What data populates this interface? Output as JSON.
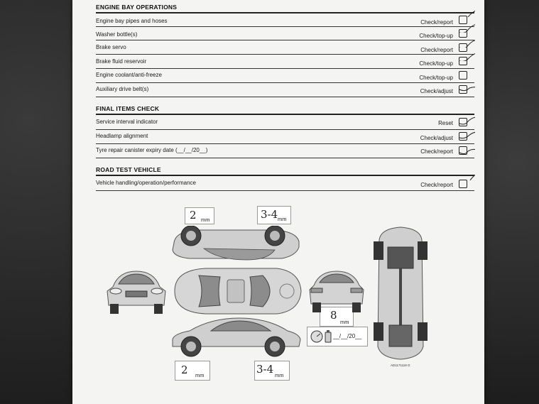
{
  "sections": [
    {
      "title": "ENGINE BAY OPERATIONS",
      "rows": [
        {
          "label": "Engine bay pipes and hoses",
          "action": "Check/report"
        },
        {
          "label": "Washer bottle(s)",
          "action": "Check/top-up"
        },
        {
          "label": "Brake servo",
          "action": "Check/report"
        },
        {
          "label": "Brake fluid reservoir",
          "action": "Check/top-up"
        },
        {
          "label": "Engine coolant/anti-freeze",
          "action": "Check/top-up"
        },
        {
          "label": "Auxiliary drive belt(s)",
          "action": "Check/adjust"
        }
      ]
    },
    {
      "title": "FINAL ITEMS CHECK",
      "rows": [
        {
          "label": "Service interval indicator",
          "action": "Reset"
        },
        {
          "label": "Headlamp alignment",
          "action": "Check/adjust"
        },
        {
          "label": "Tyre repair canister expiry date (__/__/20__)",
          "action": "Check/report"
        }
      ]
    },
    {
      "title": "ROAD TEST VEHICLE",
      "rows": [
        {
          "label": "Vehicle handling/operation/performance",
          "action": "Check/report"
        }
      ]
    }
  ],
  "tread": {
    "front_left": {
      "value": "2",
      "unit": "mm"
    },
    "front_right": {
      "value": "3-4",
      "unit": "mm"
    },
    "rear_left": {
      "value": "2",
      "unit": "mm"
    },
    "rear_right": {
      "value": "3-4",
      "unit": "mm"
    },
    "spare": {
      "value": "8",
      "unit": "mm"
    }
  },
  "date_field": "__/__/20__",
  "diagram_code": "AD1171119 G"
}
